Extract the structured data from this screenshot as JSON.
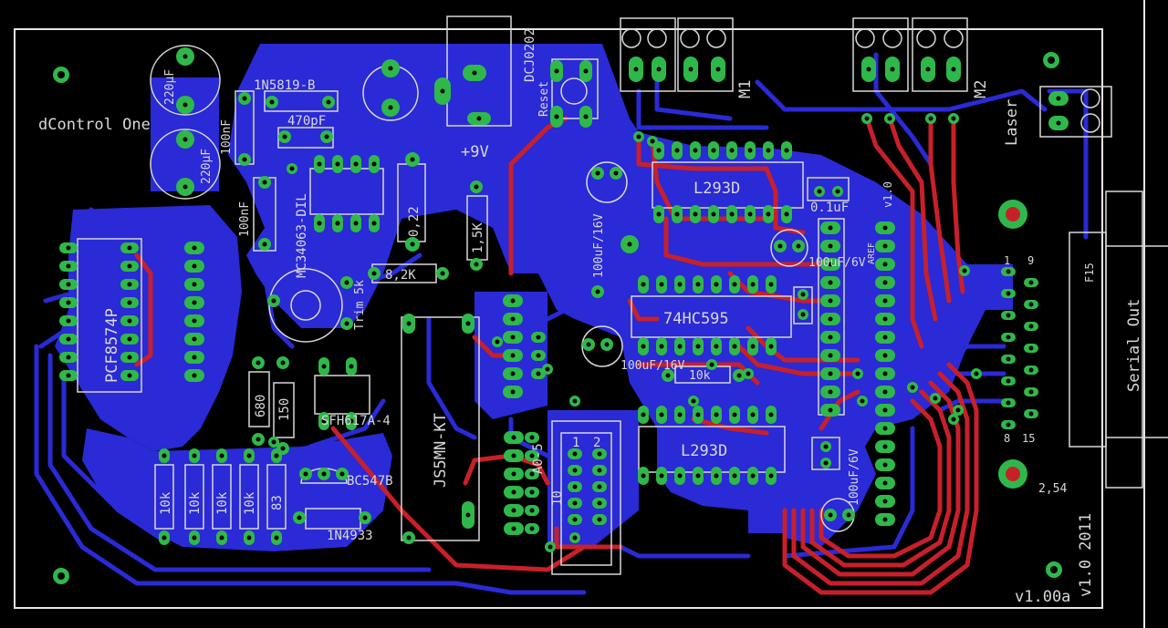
{
  "board": {
    "title": "dControl One",
    "version_bottom": "v1.00a",
    "version_vertical": "v1.0 2011",
    "version_small": "v1.0"
  },
  "colors": {
    "background": "#000000",
    "bottom_copper": "#2a2ad6",
    "top_copper": "#c8202a",
    "pad": "#2fb84a",
    "silkscreen": "#d8d8d8",
    "board_outline": "#e6e6e6"
  },
  "parts": {
    "c220_1": "220µF",
    "c220_2": "220µF",
    "c100n_1": "100nF",
    "c100n_2": "100nF",
    "d_1n5819": "1N5819-B",
    "c470p": "470pF",
    "mc34063": "MC34063-DIL",
    "r022": "0,22",
    "dcj": "DCJ0202",
    "plus9v": "+9V",
    "reset": "Reset",
    "r15k": "1,5K",
    "r82k": "8,2K",
    "trim5k": "Trim 5k",
    "pcf": "PCF8574P",
    "relay": "JS5MN-KT",
    "sfh": "SFH617A-4",
    "r680": "680",
    "r150": "150",
    "bc547": "BC547B",
    "d1n4933": "1N4933",
    "r10k_1": "10k",
    "r10k_2": "10k",
    "r10k_3": "10k",
    "r10k_4": "10k",
    "r83": "83",
    "l293_top": "L293D",
    "l293_bottom": "L293D",
    "c01u": "0.1uF",
    "c100u16_1": "100uF/16V",
    "c100u16_2": "100uF/16V",
    "c100u6_1": "100uF/6V",
    "c100u6_2": "100uF/6V",
    "hc595": "74HC595",
    "r10k_mid": "10k",
    "a05": "A0-5",
    "n10": "10",
    "n1": "1",
    "n2": "2",
    "m1": "M1",
    "m2": "M2",
    "laser": "Laser",
    "serial_out": "Serial Out",
    "f15": "F15",
    "pin1": "1",
    "pin9": "9",
    "pin8": "8",
    "pin15": "15",
    "pitch": "2,54",
    "aref": "AREF"
  }
}
